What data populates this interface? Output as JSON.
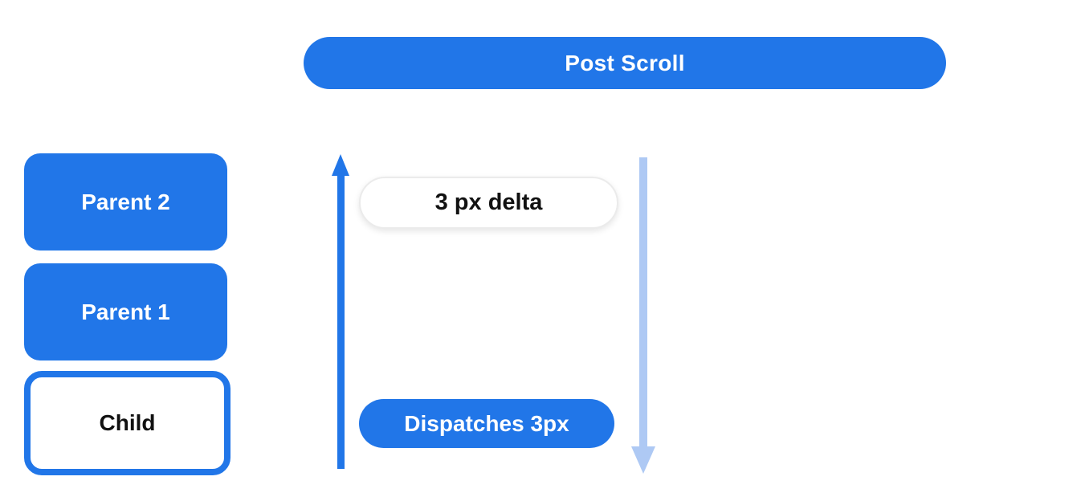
{
  "banner": {
    "label": "Post Scroll"
  },
  "stack": {
    "boxes": [
      {
        "label": "Parent 2",
        "style": "filled"
      },
      {
        "label": "Parent 1",
        "style": "filled"
      },
      {
        "label": "Child",
        "style": "outlined"
      }
    ]
  },
  "flow": {
    "delta_label": "3 px delta",
    "dispatch_label": "Dispatches 3px"
  },
  "icons": {
    "up_arrow": "up-arrow-icon",
    "down_arrow": "down-arrow-icon"
  },
  "colors": {
    "accent_blue": "#2176e8",
    "light_blue": "#aec9f4",
    "pill_border": "#ebebeb",
    "text_dark": "#111111"
  }
}
